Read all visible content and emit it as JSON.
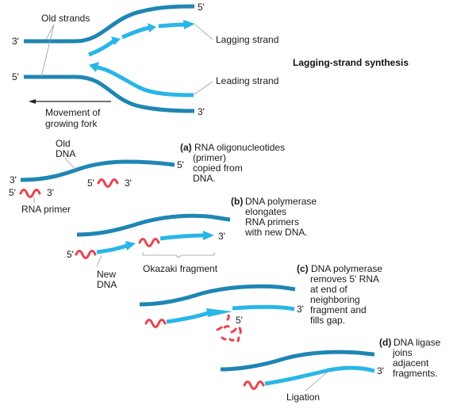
{
  "title": "Lagging-strand synthesis",
  "fork": {
    "label_old_strands": "Old strands",
    "label_lagging": "Lagging strand",
    "label_leading": "Leading strand",
    "movement_line1": "Movement of",
    "movement_line2": "growing fork",
    "top_left_end": "3'",
    "top_right_end": "5'",
    "bottom_left_end": "5'",
    "bottom_right_end": "3'"
  },
  "steps": [
    {
      "letter": "(a)",
      "text_lines": [
        "RNA oligonucleotides",
        "(primer)",
        "copied from",
        "DNA."
      ],
      "old_dna_line1": "Old",
      "old_dna_line2": "DNA",
      "left_end": "3'",
      "right_end": "5'",
      "primer1_5": "5'",
      "primer1_3": "3'",
      "primer2_5": "5'",
      "primer2_3": "3'",
      "rna_primer_label": "RNA primer"
    },
    {
      "letter": "(b)",
      "text_lines": [
        "DNA polymerase",
        "elongates",
        "RNA primers",
        "with new DNA."
      ],
      "left_end": "5'",
      "right_end": "3'",
      "new_dna_line1": "New",
      "new_dna_line2": "DNA",
      "okazaki_label": "Okazaki fragment"
    },
    {
      "letter": "(c)",
      "text_lines": [
        "DNA polymerase",
        "removes 5' RNA",
        "at end of",
        "neighboring",
        "fragment and",
        "fills gap."
      ],
      "right_end": "3'",
      "mid_end": "5'"
    },
    {
      "letter": "(d)",
      "text_lines": [
        "DNA ligase",
        "joins",
        "adjacent",
        "fragments."
      ],
      "right_end": "3'",
      "ligation_label": "Ligation"
    }
  ],
  "colors": {
    "old_strand": "#1f86b4",
    "new_strand": "#29b6e6",
    "rna_primer": "#e8434f"
  }
}
